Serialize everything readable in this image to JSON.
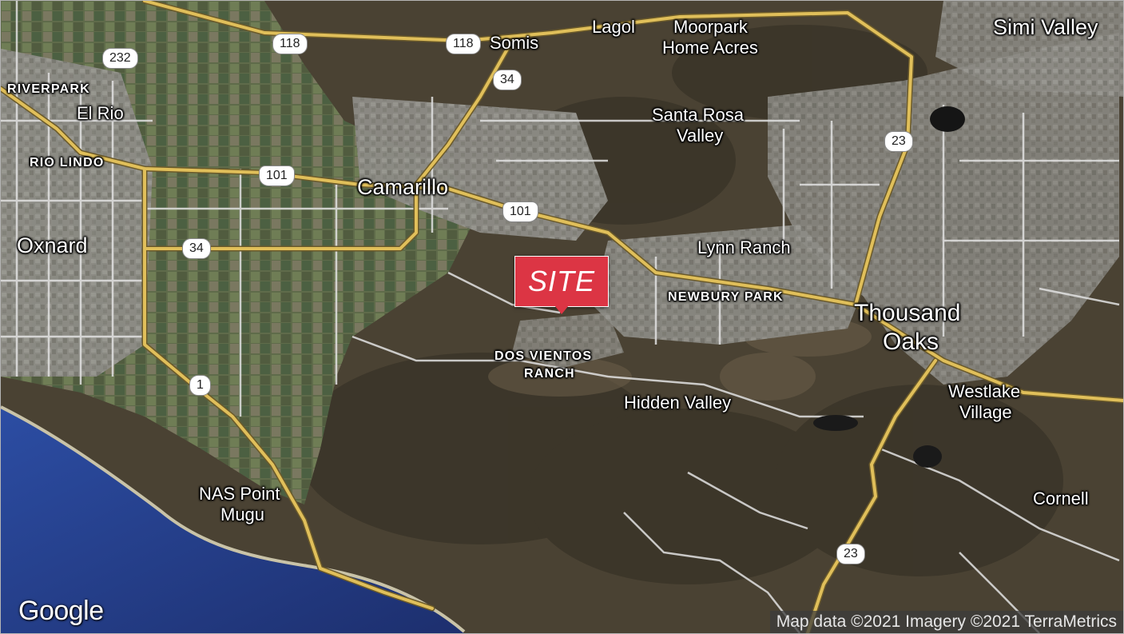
{
  "map": {
    "colors": {
      "ocean": "#27408f",
      "farmland": "#5e6a4c",
      "urban": "#8a8a86",
      "hills": "#4b4335",
      "road_white": "#e6e6e6",
      "highway": "#c8a54b",
      "site": "#dc3544"
    },
    "places": {
      "simi_valley": "Simi Valley",
      "lagol": "Lagol",
      "moorpark": "Moorpark",
      "home_acres": "Home Acres",
      "somis": "Somis",
      "riverpark": "RIVERPARK",
      "el_rio": "El Rio",
      "rio_lindo": "RIO LINDO",
      "santa_rosa": "Santa Rosa",
      "valley": "Valley",
      "camarillo": "Camarillo",
      "oxnard": "Oxnard",
      "lynn_ranch": "Lynn Ranch",
      "newbury_park": "NEWBURY PARK",
      "thousand": "Thousand",
      "oaks": "Oaks",
      "dos_vientos": "DOS VIENTOS",
      "ranch": "RANCH",
      "hidden_valley": "Hidden Valley",
      "westlake": "Westlake",
      "village": "Village",
      "nas_point": "NAS Point",
      "mugu": "Mugu",
      "cornell": "Cornell"
    },
    "shields": {
      "r232": "232",
      "r118a": "118",
      "r118b": "118",
      "r34a": "34",
      "r101a": "101",
      "r101b": "101",
      "r34b": "34",
      "r23a": "23",
      "r1": "1",
      "r23b": "23"
    },
    "site_label": "SITE",
    "logo": "Google",
    "attribution": "Map data ©2021 Imagery ©2021 TerraMetrics"
  }
}
